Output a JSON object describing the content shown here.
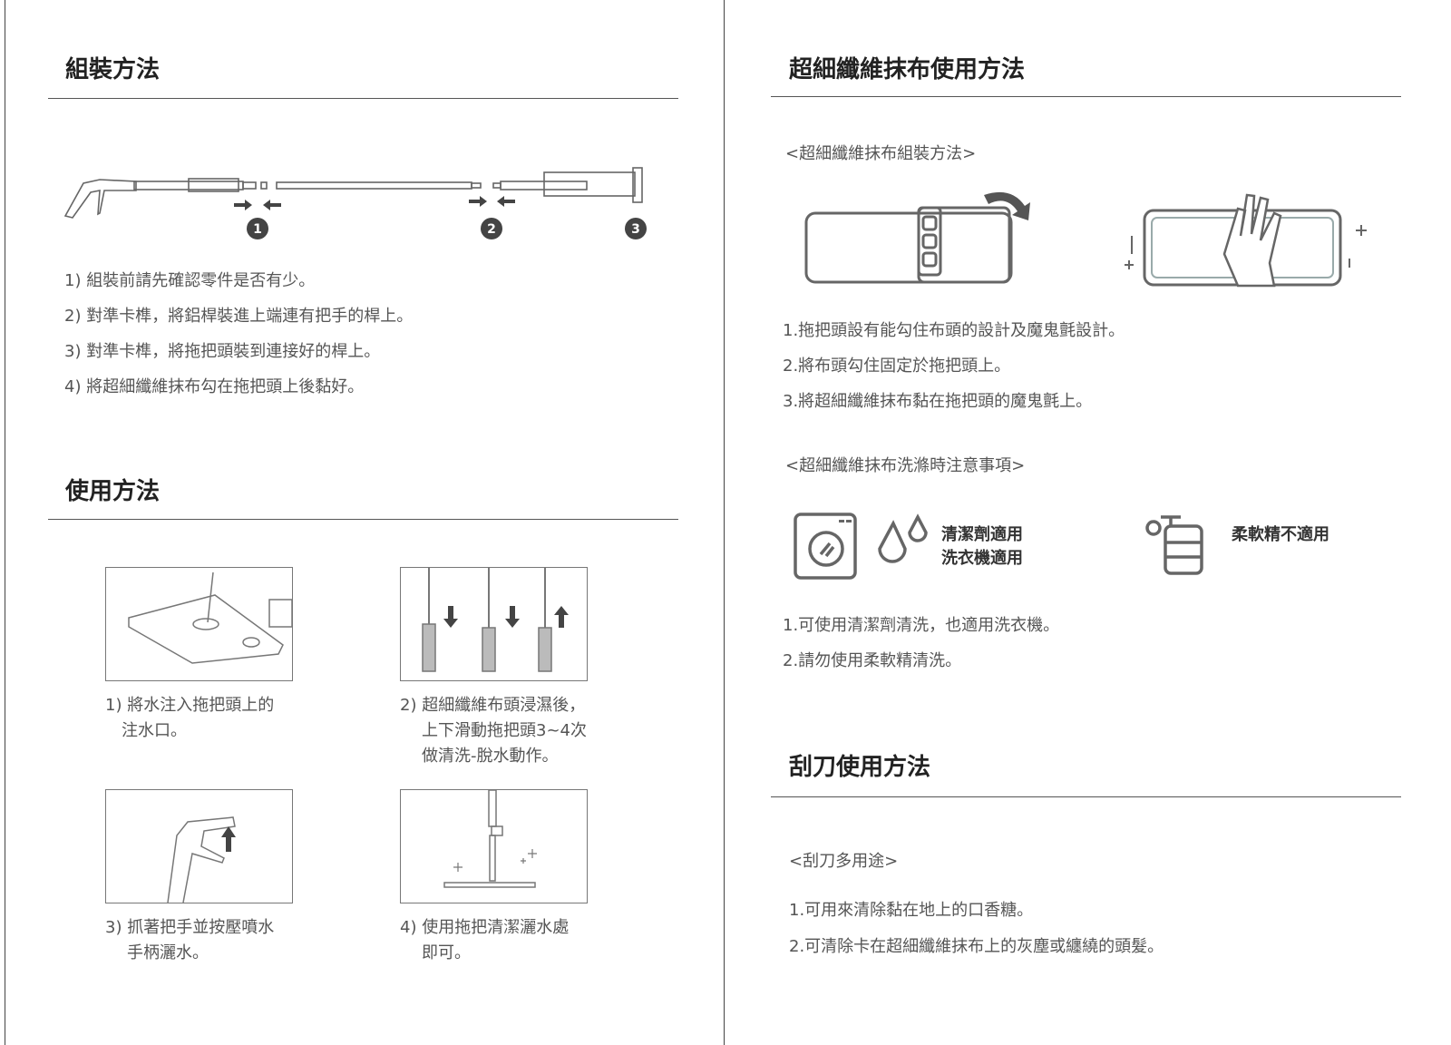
{
  "assembly": {
    "title": "組裝方法",
    "markers": [
      "1",
      "2",
      "3"
    ],
    "steps": [
      "1) 組裝前請先確認零件是否有少。",
      "2) 對準卡榫，將鋁桿裝進上端連有把手的桿上。",
      "3) 對準卡榫，將拖把頭裝到連接好的桿上。",
      "4) 將超細纖維抹布勾在拖把頭上後黏好。"
    ]
  },
  "usage": {
    "title": "使用方法",
    "steps": [
      {
        "line1": "1) 將水注入拖把頭上的",
        "line2": "注水口。"
      },
      {
        "line1": "2) 超細纖維布頭浸濕後，",
        "line2": "上下滑動拖把頭3~4次",
        "line3": "做清洗-脫水動作。"
      },
      {
        "line1": "3) 抓著把手並按壓噴水",
        "line2": "手柄灑水。"
      },
      {
        "line1": "4) 使用拖把清潔灑水處",
        "line2": "即可。"
      }
    ]
  },
  "cloth": {
    "title": "超細纖維抹布使用方法",
    "assembly_subtitle": "<超細纖維抹布組裝方法>",
    "assembly_steps": [
      "1.拖把頭設有能勾住布頭的設計及魔鬼氈設計。",
      "2.將布頭勾住固定於拖把頭上。",
      "3.將超細纖維抹布黏在拖把頭的魔鬼氈上。"
    ],
    "wash_subtitle": "<超細纖維抹布洗滌時注意事項>",
    "wash_ok_1": "清潔劑適用",
    "wash_ok_2": "洗衣機適用",
    "wash_no": "柔軟精不適用",
    "wash_steps": [
      "1.可使用清潔劑清洗，也適用洗衣機。",
      "2.請勿使用柔軟精清洗。"
    ]
  },
  "scraper": {
    "title": "刮刀使用方法",
    "subtitle": "<刮刀多用途>",
    "steps": [
      "1.可用來清除黏在地上的口香糖。",
      "2.可清除卡在超細纖維抹布上的灰塵或纏繞的頭髮。"
    ]
  }
}
